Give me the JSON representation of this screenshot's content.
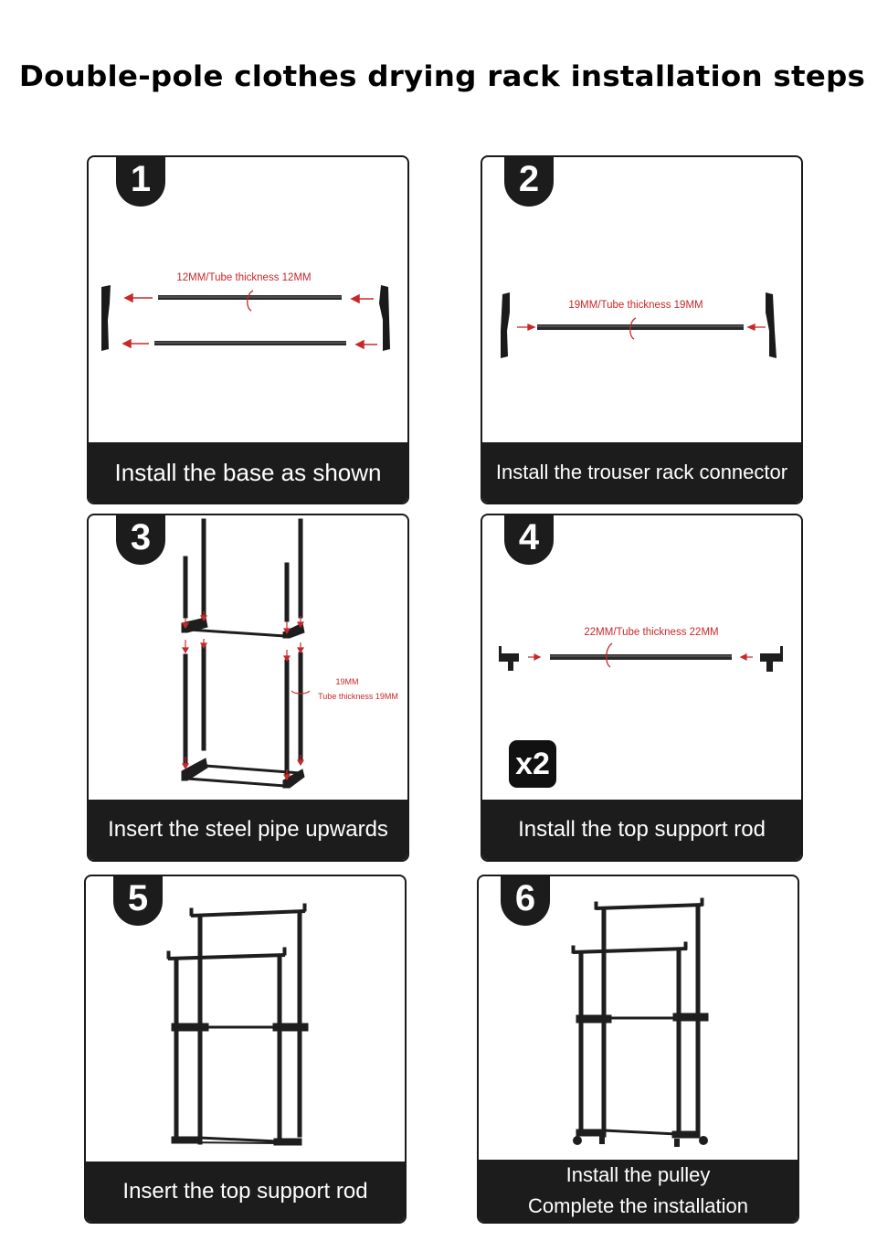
{
  "title": "Double-pole clothes drying rack installation steps",
  "colors": {
    "caption_bg": "#1c1c1c",
    "annotation_red": "#c8282a",
    "rod": "#2a2a2a"
  },
  "steps": [
    {
      "number": "1",
      "caption": [
        "Install the base as shown"
      ],
      "annotation": "12MM/Tube thickness 12MM",
      "icons": [
        "base-foot-left",
        "base-foot-right",
        "rod",
        "arrow-left",
        "rotate-icon"
      ]
    },
    {
      "number": "2",
      "caption": [
        "Install the trouser rack connector"
      ],
      "annotation": "19MM/Tube thickness 19MM",
      "icons": [
        "base-foot-left",
        "base-foot-right",
        "rod",
        "arrow-in",
        "rotate-icon"
      ]
    },
    {
      "number": "3",
      "caption": [
        "Insert the steel pipe upwards"
      ],
      "annotation_lines": [
        "19MM",
        "Tube thickness 19MM"
      ],
      "icons": [
        "frame",
        "arrow-down",
        "rotate-icon"
      ]
    },
    {
      "number": "4",
      "caption": [
        "Install the top support rod"
      ],
      "annotation": "22MM/Tube thickness 22MM",
      "multiplier": "x2",
      "icons": [
        "connector-left",
        "connector-right",
        "rod",
        "arrow-in",
        "rotate-icon"
      ]
    },
    {
      "number": "5",
      "caption": [
        "Insert the top support rod"
      ],
      "icons": [
        "rack-frame"
      ]
    },
    {
      "number": "6",
      "caption": [
        "Install the pulley",
        "Complete the installation"
      ],
      "icons": [
        "rack-frame",
        "wheel-icon"
      ]
    }
  ]
}
